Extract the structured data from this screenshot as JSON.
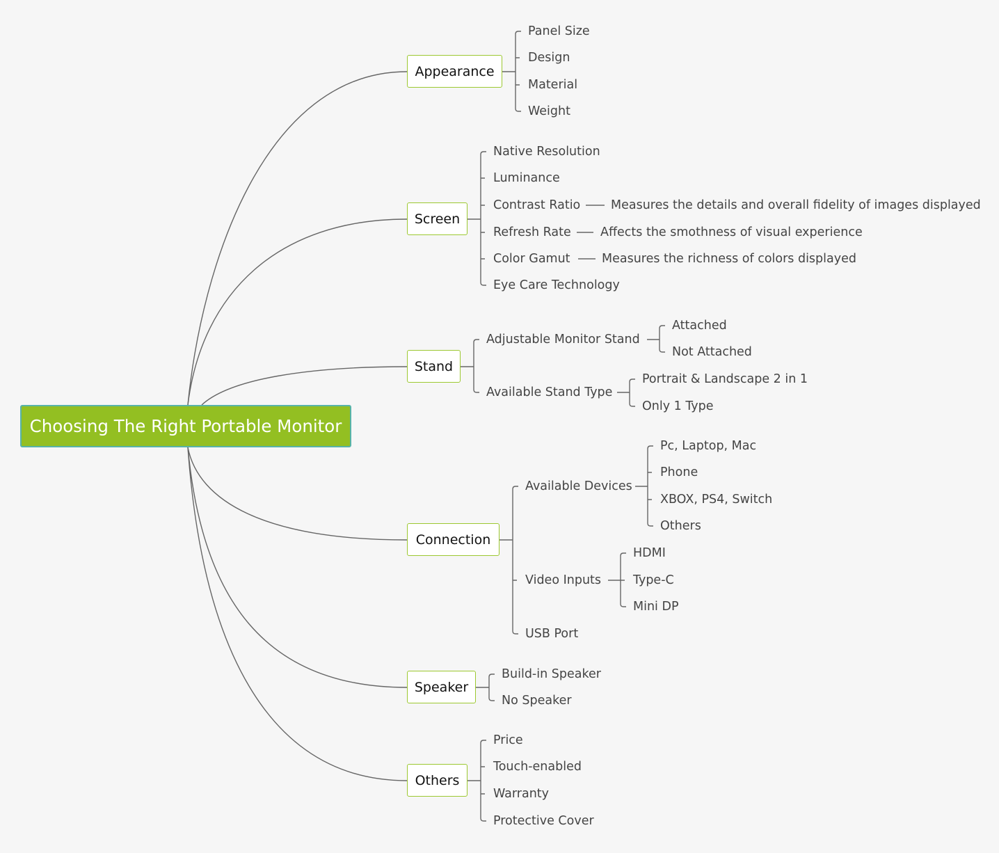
{
  "root": {
    "title": "Choosing The Right Portable Monitor"
  },
  "branches": {
    "appearance": {
      "label": "Appearance",
      "items": [
        "Panel Size",
        "Design",
        "Material",
        "Weight"
      ]
    },
    "screen": {
      "label": "Screen",
      "items": [
        "Native Resolution",
        "Luminance",
        "Contrast Ratio",
        "Refresh Rate",
        "Color Gamut",
        "Eye Care Technology"
      ],
      "notes": {
        "contrast": "Measures the details and overall fidelity of images displayed",
        "refresh": "Affects the smothness of visual experience",
        "gamut": "Measures the richness of colors displayed"
      }
    },
    "stand": {
      "label": "Stand",
      "adjustable": {
        "label": "Adjustable Monitor Stand",
        "items": [
          "Attached",
          "Not Attached"
        ]
      },
      "type": {
        "label": "Available Stand Type",
        "items": [
          "Portrait & Landscape 2 in 1",
          "Only 1 Type"
        ]
      }
    },
    "connection": {
      "label": "Connection",
      "devices": {
        "label": "Available Devices",
        "items": [
          "Pc, Laptop, Mac",
          "Phone",
          "XBOX, PS4, Switch",
          "Others"
        ]
      },
      "video": {
        "label": "Video Inputs",
        "items": [
          "HDMI",
          "Type-C",
          "Mini DP"
        ]
      },
      "usb": "USB Port"
    },
    "speaker": {
      "label": "Speaker",
      "items": [
        "Build-in Speaker",
        "No Speaker"
      ]
    },
    "others": {
      "label": "Others",
      "items": [
        "Price",
        "Touch-enabled",
        "Warranty",
        "Protective Cover"
      ]
    }
  }
}
